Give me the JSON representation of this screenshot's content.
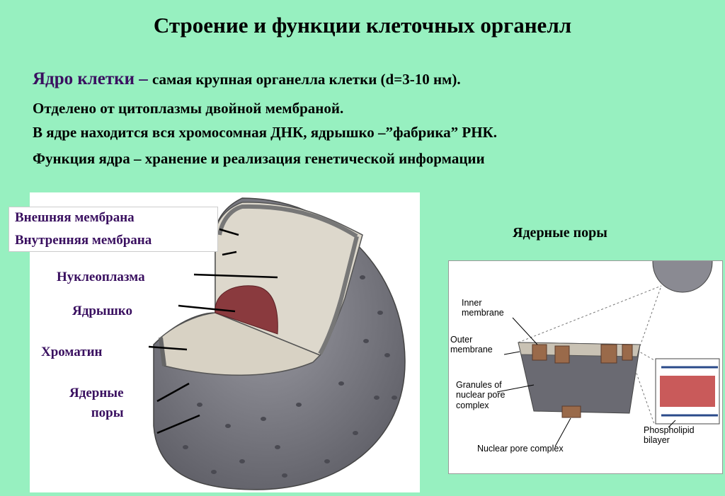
{
  "title": "Строение и функции клеточных органелл",
  "intro": {
    "term": "Ядро клетки",
    "dash": " – ",
    "line1_rest": "самая крупная органелла клетки (d=3-10 нм).",
    "line2": "Отделено от цитоплазмы двойной мембраной.",
    "line3": "В ядре находится вся хромосомная ДНК, ядрышко –”фабрика” РНК.",
    "line4": "Функция ядра – хранение и реализация генетической информации"
  },
  "left_figure": {
    "labels": {
      "outer_membrane": "Внешняя мембрана",
      "inner_membrane": "Внутренняя мембрана",
      "nucleoplasm": "Нуклеоплазма",
      "nucleolus": "Ядрышко",
      "chromatin": "Хроматин",
      "pores_line1": "Ядерные",
      "pores_line2": "поры"
    }
  },
  "right_figure": {
    "title": "Ядерные поры",
    "labels": {
      "inner_membrane_1": "Inner",
      "inner_membrane_2": "membrane",
      "outer_membrane_1": "Outer",
      "outer_membrane_2": "membrane",
      "granules_1": "Granules of",
      "granules_2": "nuclear pore",
      "granules_3": "complex",
      "npc": "Nuclear pore complex",
      "phospholipid_1": "Phospholipid",
      "phospholipid_2": "bilayer"
    }
  },
  "colors": {
    "background": "#97f0c0",
    "term": "#3a1060",
    "label_text": "#3a1060",
    "sphere": "#7d7d85",
    "nucleoplasm": "#ddd8cc",
    "nucleolus": "#8a3a3e"
  }
}
